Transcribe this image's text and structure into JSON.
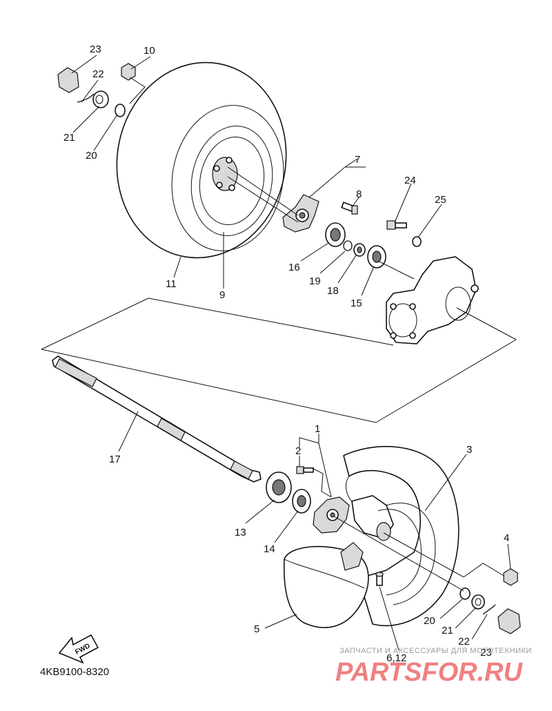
{
  "callouts": {
    "c1": "1",
    "c2": "2",
    "c3": "3",
    "c4": "4",
    "c5": "5",
    "c6_12": "6,12",
    "c7": "7",
    "c8": "8",
    "c9": "9",
    "c10": "10",
    "c11": "11",
    "c13": "13",
    "c14": "14",
    "c15": "15",
    "c16": "16",
    "c17": "17",
    "c18": "18",
    "c19": "19",
    "c20a": "20",
    "c20b": "20",
    "c21a": "21",
    "c21b": "21",
    "c22a": "22",
    "c22b": "22",
    "c23a": "23",
    "c23b": "23",
    "c24": "24",
    "c25": "25"
  },
  "fwd_label": "FWD",
  "diagram_code": "4KB9100-8320",
  "watermark": {
    "subtitle": "ЗАПЧАСТИ И АКСЕССУАРЫ ДЛЯ МОТОТЕХНИКИ",
    "brand": "PARTSFOR.RU"
  }
}
